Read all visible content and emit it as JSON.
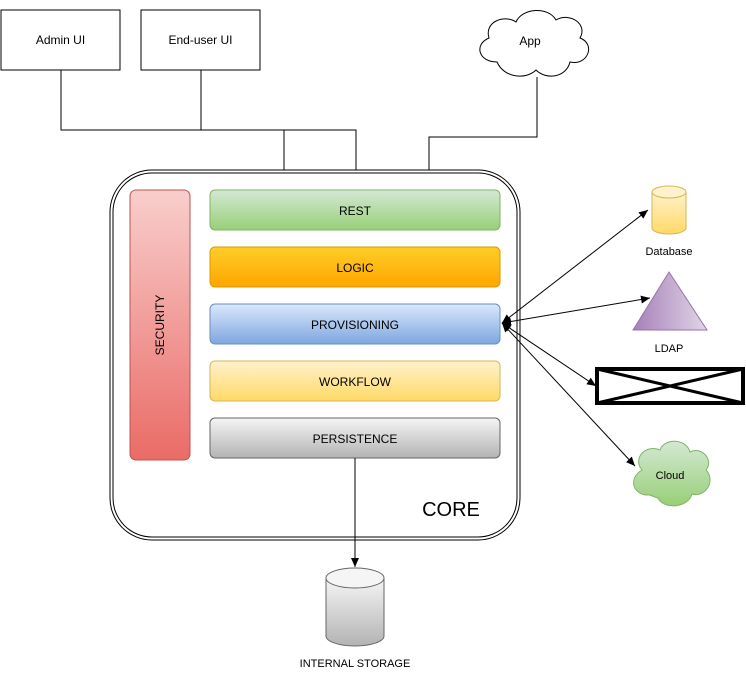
{
  "clients": {
    "admin_ui": "Admin UI",
    "end_user_ui": "End-user UI",
    "app": "App"
  },
  "core": {
    "label": "CORE",
    "security": "SECURITY",
    "layers": {
      "rest": "REST",
      "logic": "LOGIC",
      "provisioning": "PROVISIONING",
      "workflow": "WORKFLOW",
      "persistence": "PERSISTENCE"
    }
  },
  "resources": {
    "database": "Database",
    "ldap": "LDAP",
    "cloud": "Cloud"
  },
  "storage": {
    "label": "INTERNAL STORAGE"
  },
  "colors": {
    "rest": "#97D077",
    "logic": "#FFA500",
    "provisioning": "#7EA6E0",
    "workflow": "#FFD966",
    "persistence": "#B3B3B3",
    "security": "#EA6B66",
    "ldap": "#A680B8",
    "cloud": "#97D077",
    "database": "#FFD966"
  }
}
